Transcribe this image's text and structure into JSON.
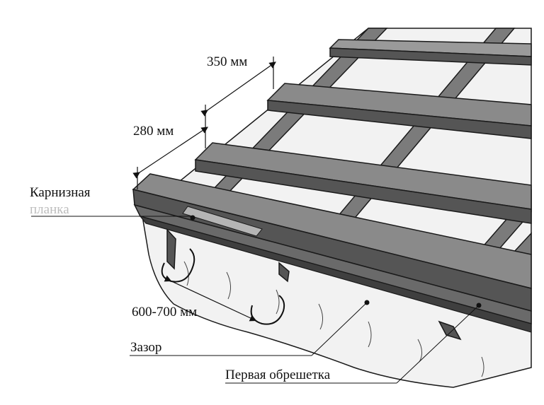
{
  "labels": {
    "dim_350": "350 мм",
    "dim_280": "280 мм",
    "eave_line1": "Карнизная",
    "eave_line2": "планка",
    "dim_600_700": "600-700 мм",
    "gap": "Зазор",
    "first_batten": "Первая обрешетка"
  },
  "colors": {
    "batten_top": "#8a8a8a",
    "batten_side": "#555555",
    "rafter": "#7b7b7b",
    "membrane": "#f2f2f2",
    "outline": "#1a1a1a",
    "faded_text": "#bdbdbd"
  }
}
